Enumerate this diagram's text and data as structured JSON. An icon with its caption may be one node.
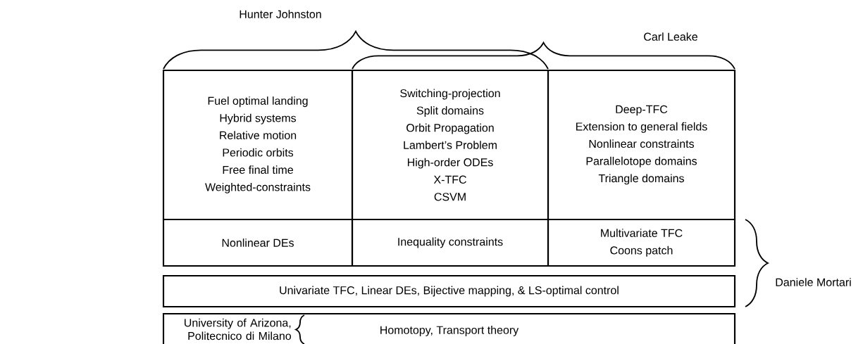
{
  "diagram": {
    "nodes": [
      {
        "text": [
          "Fuel optimal landing",
          "Hybrid systems",
          "Relative motion",
          "Periodic orbits",
          "Free final time",
          "Weighted-constraints"
        ]
      },
      {
        "text": [
          "Switching-projection",
          "Split domains",
          "Orbit Propagation",
          "Lambert’s Problem",
          "High-order ODEs",
          "X-TFC",
          "CSVM"
        ]
      },
      {
        "text": [
          "Deep-TFC",
          "Extension to general fields",
          "Nonlinear constraints",
          "Parallelotope domains",
          "Triangle domains"
        ]
      },
      {
        "text": [
          "Nonlinear DEs"
        ]
      },
      {
        "text": [
          "Inequality constraints"
        ]
      },
      {
        "text": [
          "Multivariate TFC",
          "Coons patch"
        ]
      },
      {
        "text": [
          "Univariate TFC, Linear DEs, Bijective mapping, & LS-optimal control"
        ]
      },
      {
        "text": [
          "Homotopy, Transport theory"
        ]
      }
    ],
    "labels": [
      "Hunter Johnston",
      "Carl Leake",
      "Daniele Mortari",
      "University of Arizona, Politecnico di Milano"
    ]
  }
}
